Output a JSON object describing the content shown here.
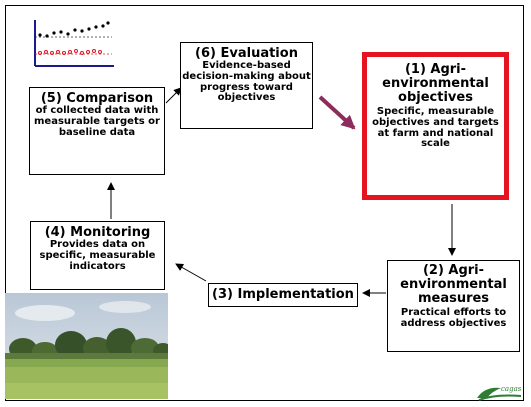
{
  "boxes": {
    "b1": {
      "title": "(1) Agri-environmental objectives",
      "body": "Specific, measurable objectives and targets at farm and national scale"
    },
    "b2": {
      "title": "(2) Agri-environmental measures",
      "body": "Practical efforts to address objectives"
    },
    "b3": {
      "title": "(3) Implementation",
      "body": ""
    },
    "b4": {
      "title": "(4) Monitoring",
      "body": "Provides data on specific, measurable indicators"
    },
    "b5": {
      "title": "(5) Comparison",
      "body": "of collected data with measurable targets or baseline data"
    },
    "b6": {
      "title": "(6) Evaluation",
      "body": "Evidence-based decision-making about progress toward objectives"
    }
  },
  "logo": {
    "text": "cagas"
  },
  "colors": {
    "highlight_border": "#e51420",
    "arrow_accent": "#8b2c5a",
    "scatter_top": "#000000",
    "scatter_bottom": "#e51420",
    "axis": "#1a1a8c"
  }
}
